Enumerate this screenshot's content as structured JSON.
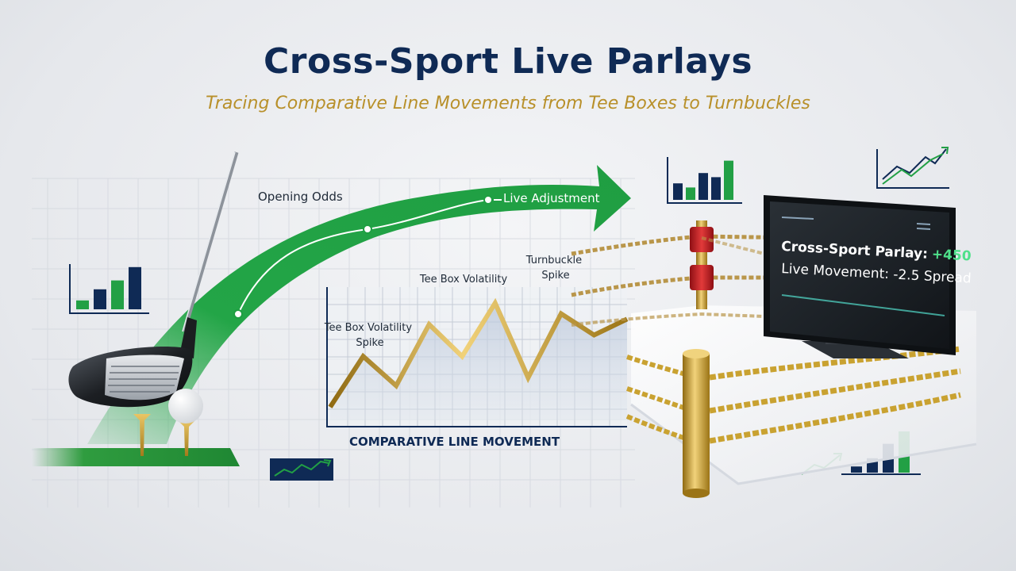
{
  "header": {
    "title": "Cross-Sport Live Parlays",
    "subtitle": "Tracing Comparative Line Movements from Tee Boxes to Turnbuckles"
  },
  "arrow": {
    "opening_label": "Opening Odds",
    "live_label": "Live Adjustment"
  },
  "line_chart": {
    "title": "COMPARATIVE LINE MOVEMENT",
    "annotations": [
      "Tee Box Volatility Spike",
      "Tee Box Volatility",
      "Turnbuckle Spike"
    ]
  },
  "monitor": {
    "parlay_label": "Cross-Sport Parlay:",
    "parlay_odds": "+450",
    "movement_text": "Live Movement: -2.5 Spread"
  },
  "colors": {
    "navy": "#0f2a55",
    "green": "#22a045",
    "gold": "#c9a231"
  },
  "chart_data": {
    "type": "line",
    "title": "COMPARATIVE LINE MOVEMENT",
    "xlabel": "",
    "ylabel": "",
    "x": [
      0,
      1,
      2,
      3,
      4,
      5,
      6,
      7,
      8
    ],
    "series": [
      {
        "values": [
          0.5,
          2.4,
          1.3,
          3.6,
          2.4,
          4.4,
          1.6,
          4.0,
          3.2,
          3.8
        ]
      }
    ],
    "grid": true
  },
  "mini_charts": {
    "left_bars": [
      0.2,
      0.45,
      0.65,
      0.95
    ],
    "top_bars": [
      0.4,
      0.3,
      0.65,
      0.55,
      0.95
    ],
    "bottom_right_bars": [
      0.15,
      0.35,
      0.7,
      1.0
    ]
  },
  "icons": [
    "golf-driver-icon",
    "golf-ball-icon",
    "tee-icon",
    "boxing-ring-icon",
    "monitor-icon",
    "trend-up-icon"
  ]
}
